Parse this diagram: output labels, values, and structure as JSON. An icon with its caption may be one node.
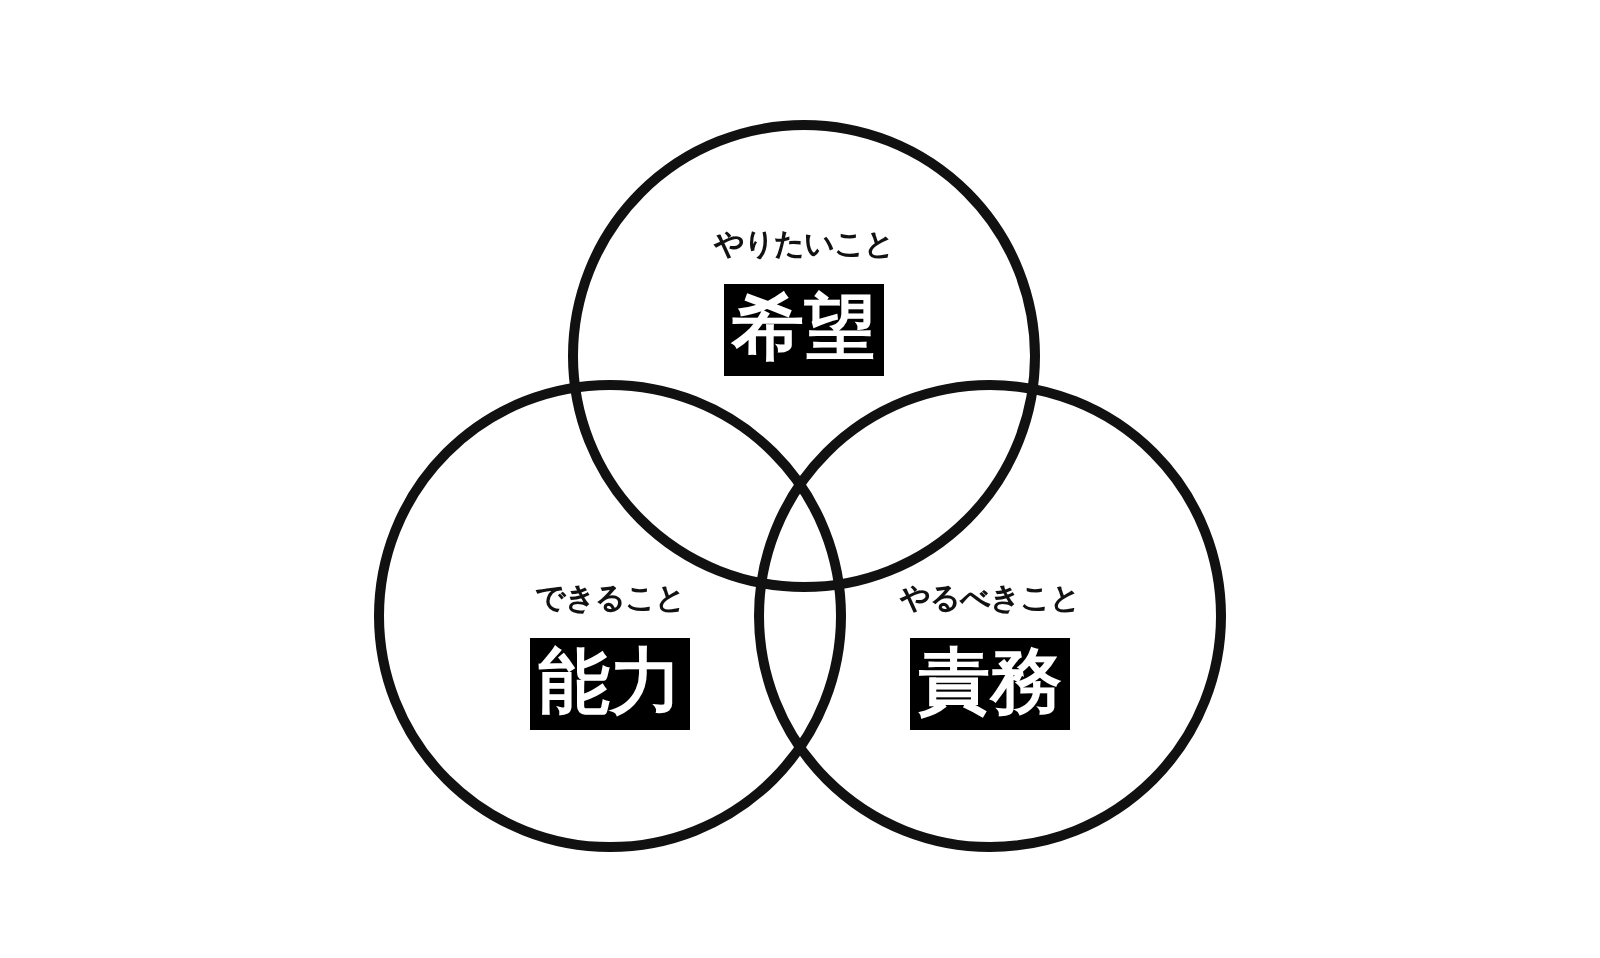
{
  "diagram": {
    "nodes": [
      {
        "text": [
          "やりたいこと",
          "希望"
        ]
      },
      {
        "text": [
          "できること",
          "能力"
        ]
      },
      {
        "text": [
          "やるべきこと",
          "責務"
        ]
      }
    ]
  }
}
